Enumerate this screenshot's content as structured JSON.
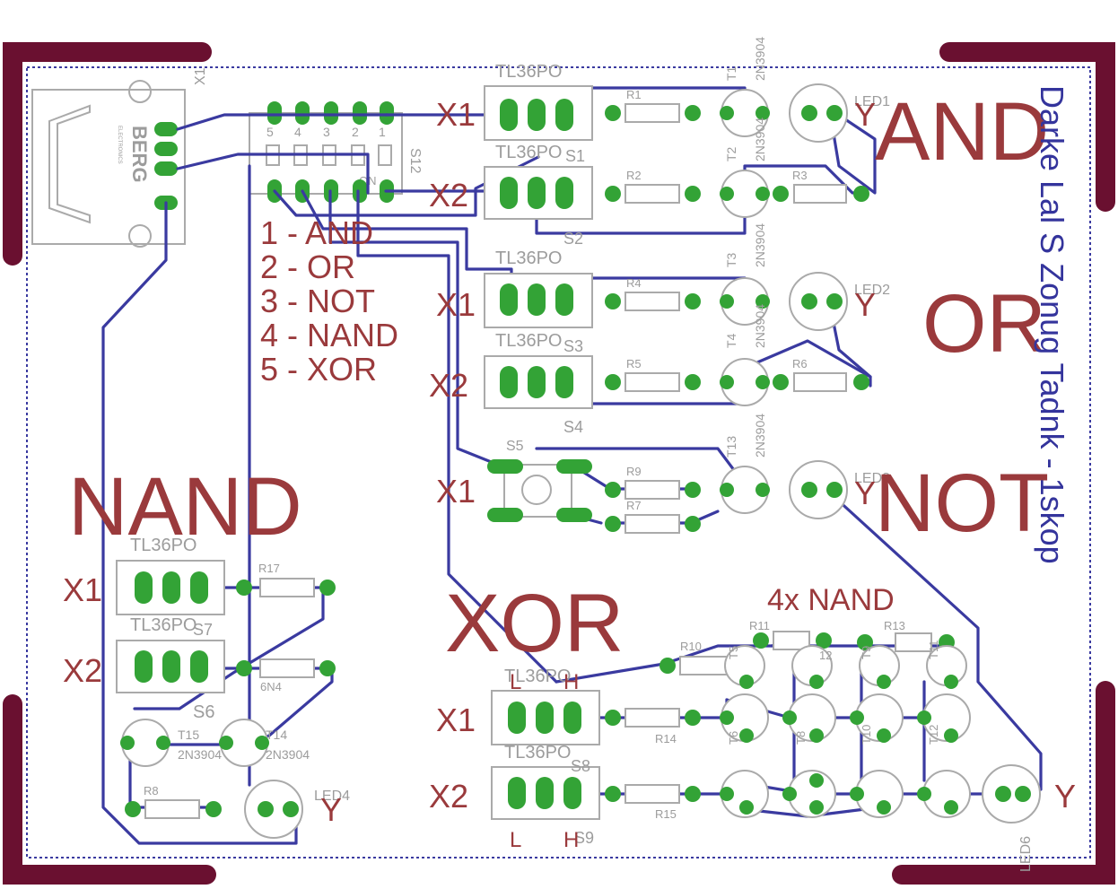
{
  "gate_titles": {
    "and": "AND",
    "or": "OR",
    "not": "NOT",
    "nand": "NAND",
    "xor": "XOR",
    "four_nand": "4x NAND"
  },
  "legend": [
    "1 - AND",
    "2 - OR",
    "3 - NOT",
    "4 - NAND",
    "5 - XOR"
  ],
  "vertical_text": "Darke Lal S Zonug Tadnk - 1skop",
  "connector": {
    "name": "X1",
    "brand": "BERG",
    "brand_sub": "ELECTRONICS"
  },
  "dip_switch": {
    "name": "S12",
    "numbers": [
      "5",
      "4",
      "3",
      "2",
      "1"
    ],
    "on": "ON"
  },
  "io": {
    "x1": "X1",
    "x2": "X2",
    "y": "Y",
    "l": "L",
    "h": "H"
  },
  "switches": {
    "tl36": "TL36PO",
    "s1": "S1",
    "s2": "S2",
    "s3": "S3",
    "s4": "S4",
    "s5": "S5",
    "s6": "S6",
    "s7": "S7",
    "s8": "S8",
    "s9": "S9"
  },
  "resistors": {
    "r1": "R1",
    "r2": "R2",
    "r3": "R3",
    "r4": "R4",
    "r5": "R5",
    "r6": "R6",
    "r7": "R7",
    "r8": "R8",
    "r9": "R9",
    "r10": "R10",
    "r11": "R11",
    "r13": "R13",
    "r14": "R14",
    "r15": "R15",
    "r17": "R17",
    "r18": "6N4"
  },
  "transistors": {
    "part": "2N3904",
    "t1": "T1",
    "t2": "T2",
    "t3": "T3",
    "t4": "T4",
    "t5": "T5",
    "t6": "T6",
    "t8": "T8",
    "t9": "T9",
    "t10": "T10",
    "t11": "T11",
    "t12": "T12",
    "t13": "T13",
    "t14": "T14",
    "t15": "T15"
  },
  "leds": {
    "led1": "LED1",
    "led2": "LED2",
    "led3": "LED3",
    "led4": "LED4",
    "led6": "LED6",
    "i12": "12"
  }
}
